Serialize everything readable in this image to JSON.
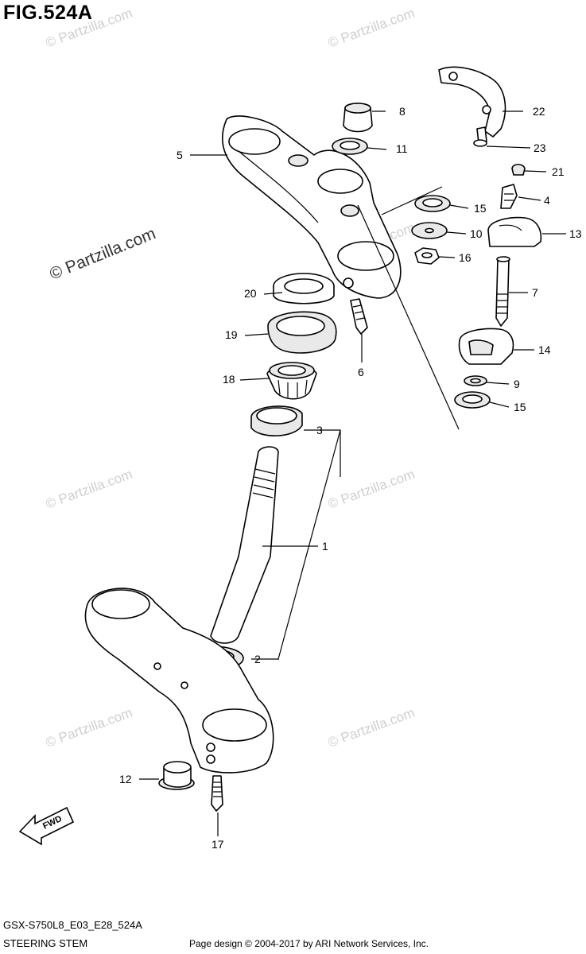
{
  "figure": {
    "title": "FIG.524A",
    "model_code": "GSX-S750L8_E03_E28_524A",
    "name": "STEERING STEM"
  },
  "footer": {
    "credit": "Page design © 2004-2017 by ARI Network Services, Inc."
  },
  "watermark": {
    "main": "© Partzilla.com",
    "faint": "© Partzilla.com"
  },
  "direction_badge": "FWD",
  "callouts": {
    "c1": "1",
    "c2": "2",
    "c3": "3",
    "c4": "4",
    "c5": "5",
    "c6": "6",
    "c7": "7",
    "c8": "8",
    "c9": "9",
    "c10": "10",
    "c11": "11",
    "c12": "12",
    "c13": "13",
    "c14": "14",
    "c15a": "15",
    "c15b": "15",
    "c16": "16",
    "c17": "17",
    "c18": "18",
    "c19": "19",
    "c20": "20",
    "c21": "21",
    "c22": "22",
    "c23": "23"
  }
}
